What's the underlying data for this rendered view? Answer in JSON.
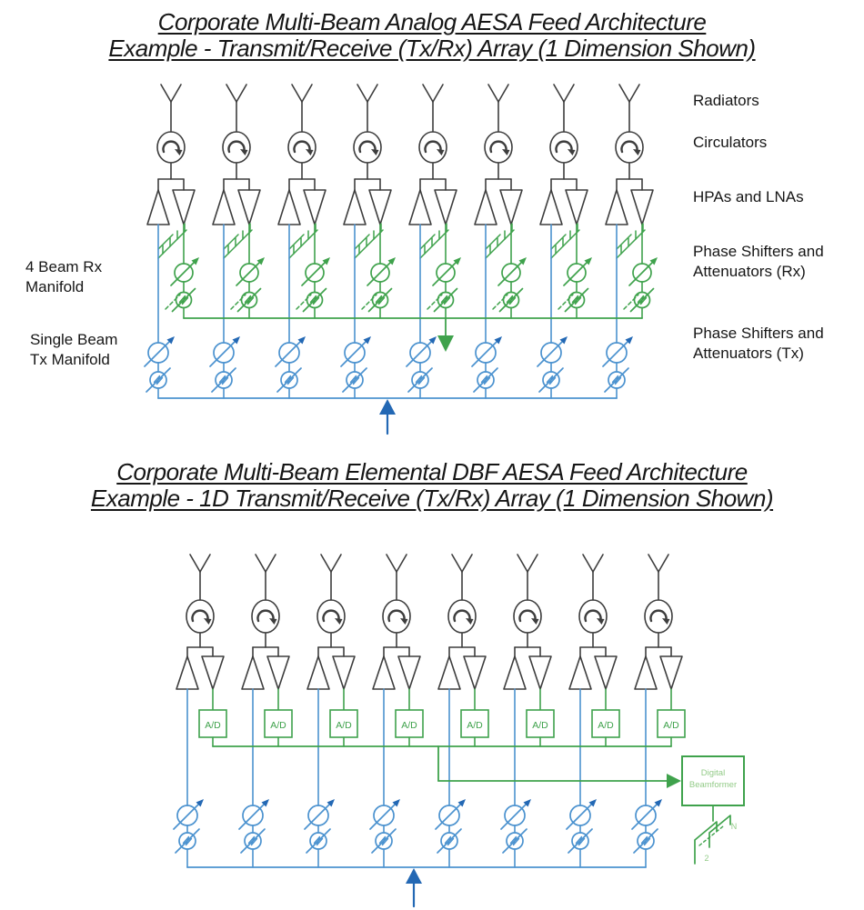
{
  "colors": {
    "ink": "#3d3d3d",
    "blue": "#4b92cf",
    "blue_dark": "#2368b4",
    "green": "#3fa24c",
    "green_soft": "#93cb88"
  },
  "diagram1": {
    "title_line1": "Corporate Multi-Beam Analog AESA Feed Architecture",
    "title_line2": "Example - Transmit/Receive (Tx/Rx) Array (1 Dimension Shown)",
    "element_count": 8,
    "beam_count_rx": 4,
    "labels_left": {
      "rx_manifold": "4 Beam Rx\nManifold",
      "tx_manifold": "Single Beam\nTx Manifold"
    },
    "labels_right": {
      "radiators": "Radiators",
      "circulators": "Circulators",
      "hpas_lnas": "HPAs and LNAs",
      "ps_att_rx": "Phase Shifters and\nAttenuators (Rx)",
      "ps_att_tx": "Phase Shifters and\nAttenuators (Tx)"
    }
  },
  "diagram2": {
    "title_line1": "Corporate Multi-Beam Elemental DBF AESA Feed Architecture",
    "title_line2": "Example - 1D Transmit/Receive (Tx/Rx) Array (1 Dimension Shown)",
    "element_count": 8,
    "ad_converter_label": "A/D",
    "beamformer_label": "Digital\nBeamformer",
    "beam_port_top_label": "N",
    "beam_port_bottom_label": "2"
  }
}
